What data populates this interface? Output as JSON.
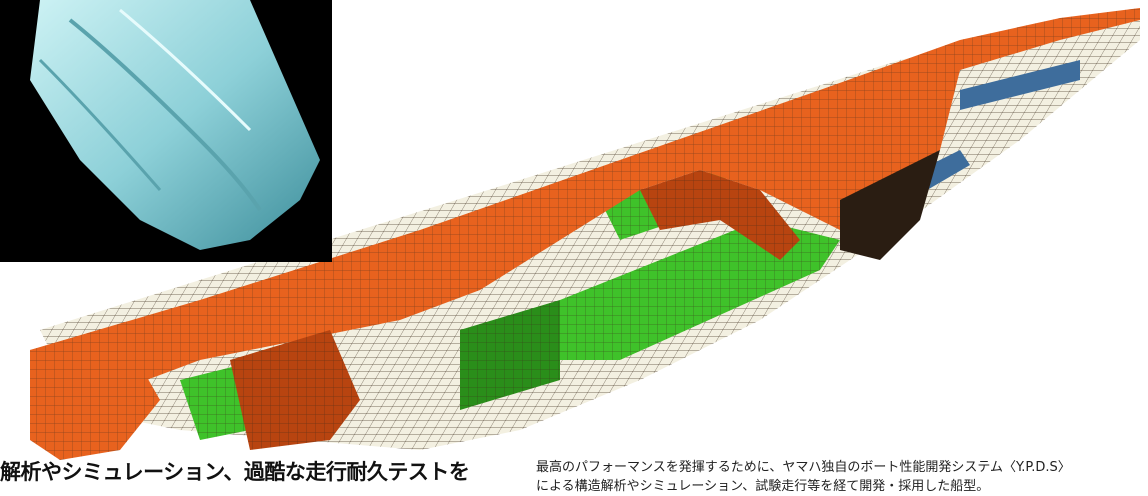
{
  "figure": {
    "inset_label": "",
    "headline": "解析やシミュレーション、過酷な走行耐久テストを",
    "caption_line1": "最高のパフォーマンスを発揮するために、ヤマハ独自のボート性能開発システム〈Y.P.D.S〉",
    "caption_line2": "による構造解析やシミュレーション、試験走行等を経て開発・採用した船型。"
  },
  "colors": {
    "shell": "#e8621e",
    "shell_dark": "#b84410",
    "frame": "#3fc22a",
    "frame_dark": "#2a8e1a",
    "hull_bottom": "#f3f0e1",
    "mesh_line": "#3a2a1a",
    "accent_blue": "#3e6d9c",
    "inset_bg": "#000000",
    "render_light": "#bfe9ee",
    "render_dark": "#3c8d9a"
  }
}
